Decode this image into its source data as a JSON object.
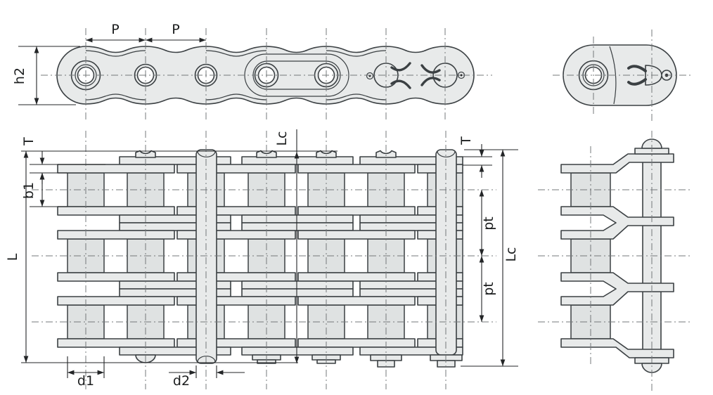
{
  "colors": {
    "background": "#ffffff",
    "part_fill": "#e8eaea",
    "roller_fill": "#dfe2e2",
    "outline": "#3b4043",
    "dimension": "#232527",
    "centerline": "#74787b",
    "label": "#1b1d1e"
  },
  "views": {
    "chain_side": {
      "labels": {
        "pitch_1": "P",
        "pitch_2": "P",
        "plate_height": "h2"
      }
    },
    "link_end": {
      "labels": {}
    },
    "chain_plan": {
      "labels": {
        "plate_thickness_left": "T",
        "inner_width": "b1",
        "overall_length": "L",
        "roller_diameter": "d1",
        "pin_diameter": "d2",
        "pin_length_center": "Lc",
        "plate_thickness_right": "T",
        "transverse_pitch_upper": "pt",
        "transverse_pitch_lower": "pt",
        "pin_length_right": "Lc"
      }
    },
    "chain_profile": {
      "labels": {}
    }
  }
}
